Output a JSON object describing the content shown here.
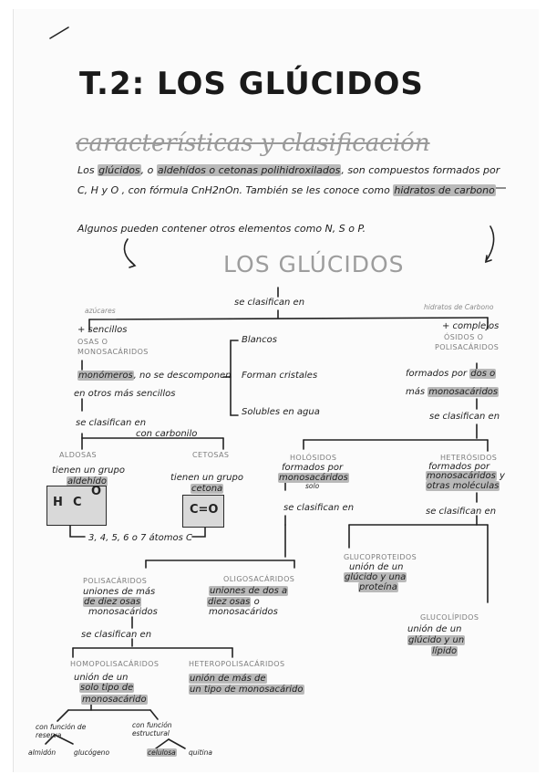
{
  "title": "T.2: LOS GLÚCIDOS",
  "subtitle": "características y clasificación",
  "intro": {
    "line1_pre": "Los",
    "line1_w1": "glúcidos",
    "line1_mid": ", o",
    "line1_w2": "aldehídos o cetonas polihidroxilados",
    "line1_post": ", son compuestos formados por",
    "line2_pre": "C, H y O , con fórmula",
    "formula": "CnH2nOn",
    "line2_mid": ". También se les conoce como",
    "line2_w": "hidratos de carbono",
    "line3": "Algunos pueden contener otros elementos como N, S o P."
  },
  "map": {
    "center_title": "LOS GLÚCIDOS",
    "se_clasifican": "se clasifican en",
    "azucares": "azúcares",
    "hidratos_label": "hidratos de Carbono",
    "left": {
      "mas_sencillos": "+ sencillos",
      "osas": "OSAS O",
      "monosacaridos": "MONOSACÁRIDOS",
      "monomeros": "monómeros",
      "no_se": ", no se descomponen",
      "en_otros": "en otros más sencillos",
      "se_clasifican": "se clasifican en",
      "con_carbonilo": "con carbonilo"
    },
    "props": {
      "blancos": "Blancos",
      "cristales": "Forman cristales",
      "solubles": "Solubles en agua"
    },
    "right": {
      "mas_complejos": "+ complejos",
      "osidos": "ÓSIDOS O",
      "polisacaridos": "POLISACÁRIDOS",
      "formados_por": "formados por",
      "dos_o": "dos o",
      "mas": "más",
      "monosacaridos": "monosacáridos",
      "se_clasifican": "se clasifican en"
    },
    "aldosas": {
      "title": "ALDOSAS",
      "l1": "tienen un grupo",
      "l2": "aldehído",
      "formula_h": "H",
      "formula_c": "C",
      "formula_o": "O"
    },
    "cetosas": {
      "title": "CETOSAS",
      "l1": "tienen un grupo",
      "l2": "cetona",
      "formula": "C=O"
    },
    "atomos": "3, 4, 5, 6 o 7 átomos C",
    "holosidos": {
      "title": "HOLÓSIDOS",
      "l1": "formados por",
      "l2": "monosacáridos",
      "l3": "solo",
      "se_clasifican": "se clasifican en"
    },
    "heterosidos": {
      "title": "HETERÓSIDOS",
      "l1": "formados por",
      "l2": "monosacáridos",
      "l2b": "y",
      "l3": "otras moléculas",
      "se_clasifican": "se clasifican en"
    },
    "polisac": {
      "title": "POLISACÁRIDOS",
      "l1": "uniones de más",
      "l2": "de diez osas",
      "l3": "monosacáridos",
      "se_clasifican": "se clasifican en"
    },
    "oligosac": {
      "title": "OLIGOSACÁRIDOS",
      "l1": "uniones de dos a",
      "l2": "diez osas",
      "l2b": "o",
      "l3": "monosacáridos"
    },
    "glucoproteidos": {
      "title": "GLUCOPROTEIDOS",
      "l1": "unión de un",
      "l2": "glúcido y una",
      "l3": "proteína"
    },
    "glucolipidos": {
      "title": "GLUCOLÍPIDOS",
      "l1": "unión de un",
      "l2": "glúcido y un",
      "l3": "lípido"
    },
    "homopolisac": {
      "title": "HOMOPOLISACÁRIDOS",
      "l1": "unión de un",
      "l2": "solo tipo de",
      "l3": "monosacárido"
    },
    "heteropolisac": {
      "title": "HETEROPOLISACÁRIDOS",
      "l1": "unión de más de",
      "l2": "un tipo de monosacárido"
    },
    "funcion_reserva": "con función de reserva",
    "funcion_estructural": "con función estructural",
    "almidon": "almidón",
    "glucogeno": "glucógeno",
    "celulosa": "celulosa",
    "quitina": "quitina"
  }
}
